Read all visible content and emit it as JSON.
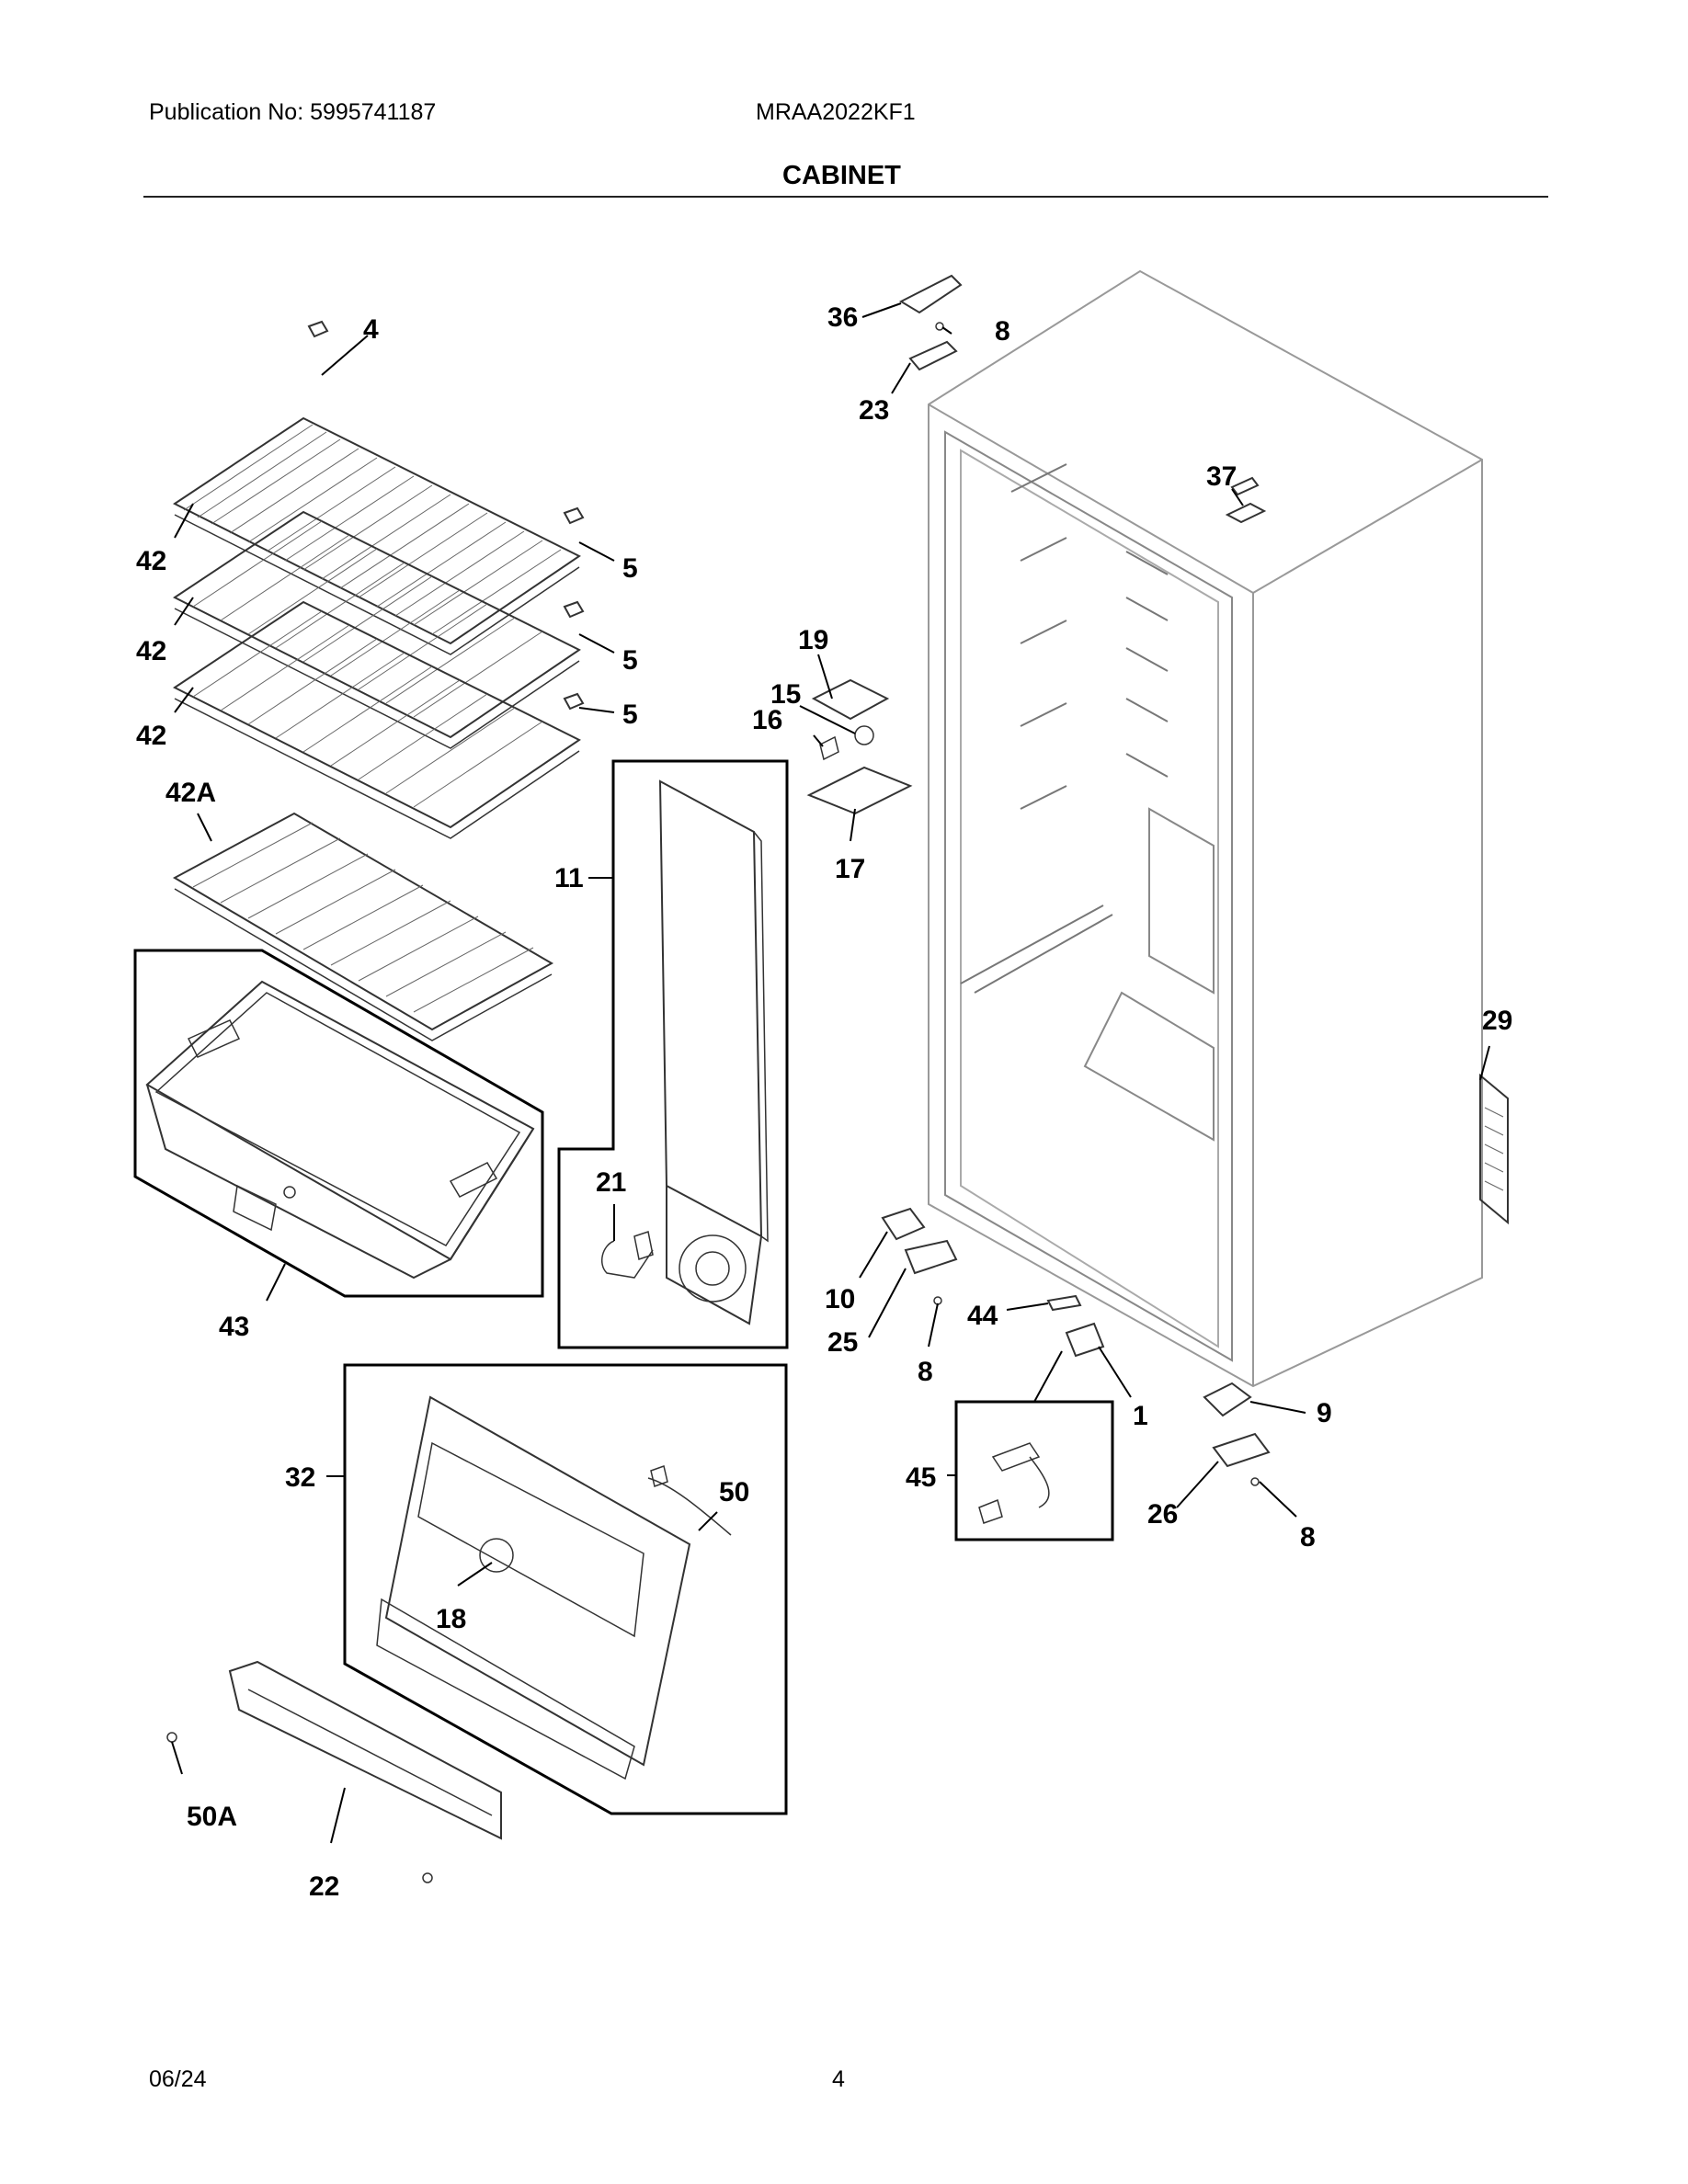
{
  "header": {
    "publication": "Publication No: 5995741187",
    "model": "MRAA2022KF1",
    "section_title": "CABINET"
  },
  "footer": {
    "date": "06/24",
    "page_number": "4"
  },
  "part_labels": [
    "4",
    "42",
    "42",
    "42",
    "42A",
    "5",
    "5",
    "5",
    "11",
    "43",
    "21",
    "36",
    "8",
    "23",
    "37",
    "19",
    "15",
    "16",
    "17",
    "10",
    "44",
    "25",
    "8",
    "1",
    "29",
    "9",
    "26",
    "8",
    "45",
    "32",
    "50",
    "18",
    "50A",
    "22"
  ]
}
